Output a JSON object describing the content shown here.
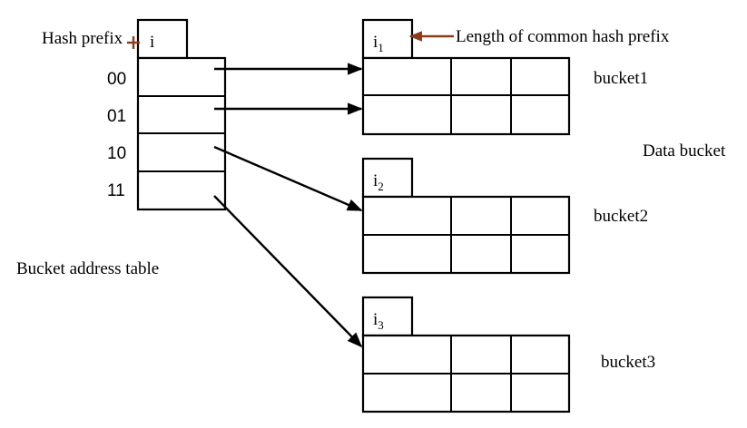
{
  "labels": {
    "hash_prefix": "Hash prefix",
    "global_depth": "i",
    "common_prefix_note": "Length of common hash prefix",
    "data_bucket": "Data bucket",
    "bucket_address_table": "Bucket address table"
  },
  "address_table": {
    "rows": [
      "00",
      "01",
      "10",
      "11"
    ]
  },
  "buckets": [
    {
      "name": "bucket1",
      "depth_base": "i",
      "depth_sub": "1"
    },
    {
      "name": "bucket2",
      "depth_base": "i",
      "depth_sub": "2"
    },
    {
      "name": "bucket3",
      "depth_base": "i",
      "depth_sub": "3"
    }
  ],
  "colors": {
    "annotation_arrow": "#8b3a1a",
    "lines": "#000000"
  }
}
